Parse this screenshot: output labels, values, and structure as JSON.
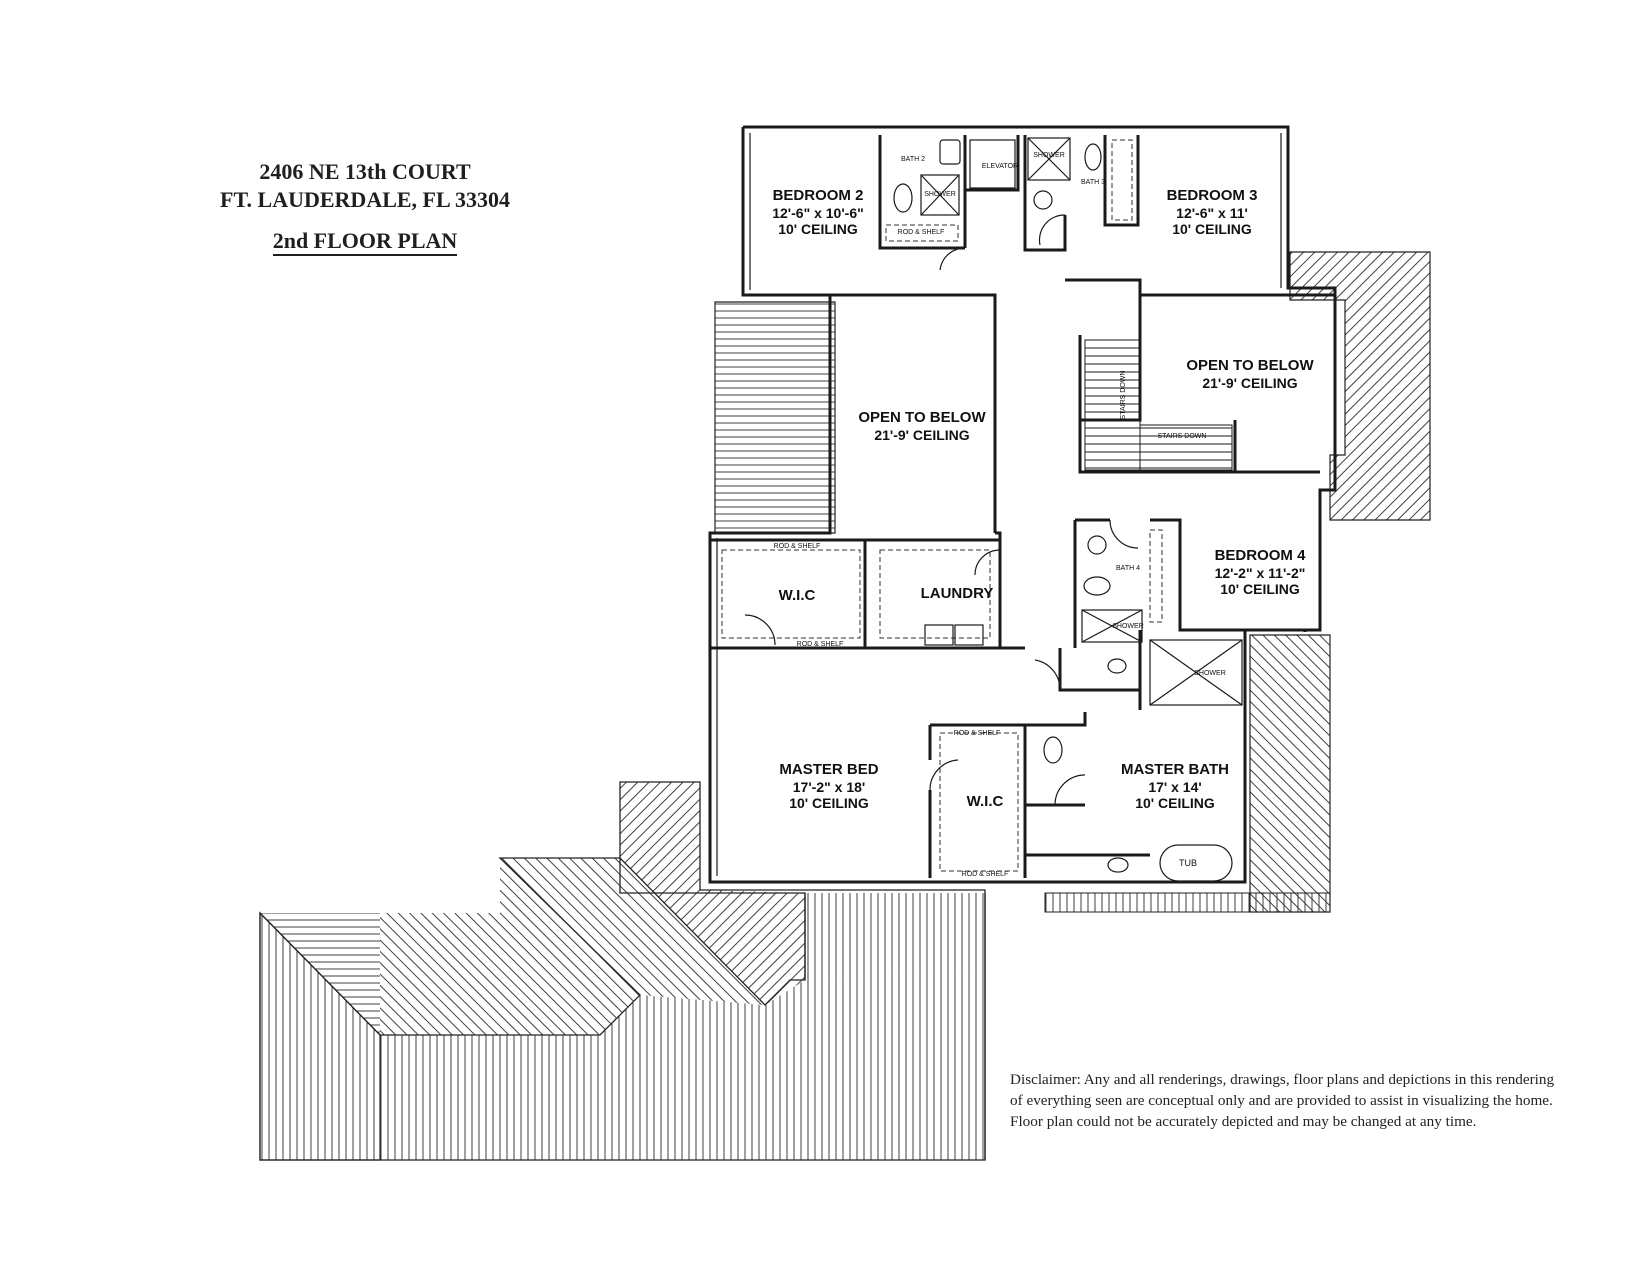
{
  "title": {
    "address_line1": "2406 NE 13th COURT",
    "address_line2": "FT. LAUDERDALE, FL 33304",
    "plan_name": "2nd FLOOR PLAN"
  },
  "rooms": {
    "bedroom2": {
      "name": "BEDROOM 2",
      "size": "12'-6\" x 10'-6\"",
      "ceiling": "10' CEILING"
    },
    "bedroom3": {
      "name": "BEDROOM 3",
      "size": "12'-6\" x 11'",
      "ceiling": "10' CEILING"
    },
    "bedroom4": {
      "name": "BEDROOM 4",
      "size": "12'-2\" x 11'-2\"",
      "ceiling": "10' CEILING"
    },
    "open_left": {
      "name": "OPEN TO BELOW",
      "ceiling": "21'-9' CEILING"
    },
    "open_right": {
      "name": "OPEN TO BELOW",
      "ceiling": "21'-9' CEILING"
    },
    "wic_upper": {
      "name": "W.I.C"
    },
    "laundry": {
      "name": "LAUNDRY"
    },
    "master_bed": {
      "name": "MASTER BED",
      "size": "17'-2\" x 18'",
      "ceiling": "10' CEILING"
    },
    "master_bath": {
      "name": "MASTER BATH",
      "size": "17' x 14'",
      "ceiling": "10' CEILING"
    },
    "wic_master": {
      "name": "W.I.C"
    }
  },
  "small_labels": {
    "bath2": "BATH 2",
    "bath3": "BATH 3",
    "bath4": "BATH 4",
    "elevator": "ELEVATOR",
    "shower": "SHOWER",
    "stairs_down": "STAIRS DOWN",
    "rod_shelf": "ROD & SHELF",
    "tub": "TUB"
  },
  "disclaimer": [
    "Disclaimer: Any and all renderings, drawings, floor plans and depictions in this rendering",
    "of everything seen are conceptual only and are provided to assist in visualizing the home.",
    "Floor plan could not be accurately depicted and may be changed at any time."
  ]
}
